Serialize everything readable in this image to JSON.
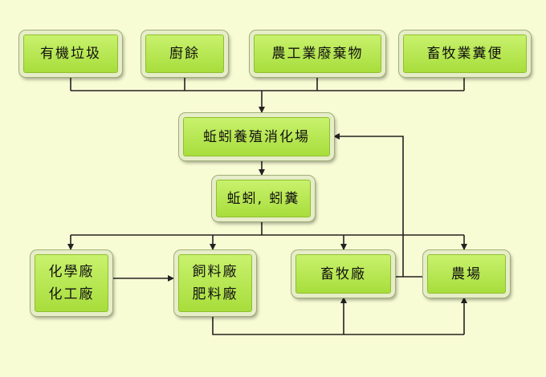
{
  "diagram": {
    "nodes": {
      "organic_waste": "有機垃圾",
      "kitchen_waste": "廚餘",
      "agri_industrial_waste": "農工業廢棄物",
      "livestock_manure": "畜牧業糞便",
      "vermiculture_plant": "蚯蚓養殖消化場",
      "worms_castings": "蚯蚓, 蚓糞",
      "chemical_factory_1": "化學廠",
      "chemical_factory_2": "化工廠",
      "feed_factory": "飼料廠",
      "fertilizer_factory": "肥料廠",
      "livestock_farm": "畜牧廠",
      "farm": "農場"
    },
    "colors": {
      "node_fill_top": "#c9f26e",
      "node_fill_bottom": "#a7dd3b",
      "edge": "#222222",
      "background": "#f8fcd4"
    }
  }
}
